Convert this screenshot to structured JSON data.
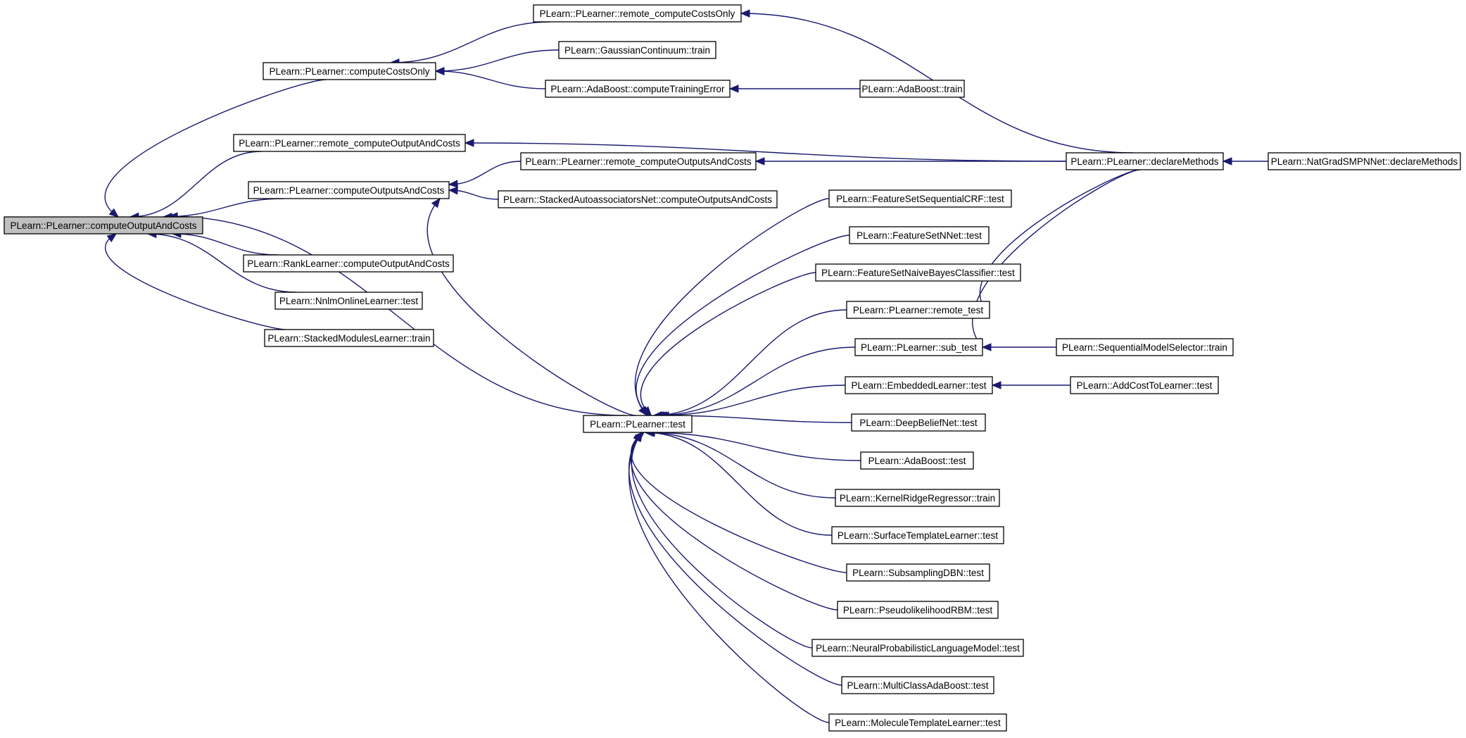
{
  "diagram": {
    "edge_color": "#191970",
    "root_fill": "#bfbfbf",
    "nodes": [
      {
        "id": "root",
        "label": "PLearn::PLearner::computeOutputAndCosts",
        "highlighted": true
      },
      {
        "id": "ccOnly",
        "label": "PLearn::PLearner::computeCostsOnly"
      },
      {
        "id": "remoteCOAC",
        "label": "PLearn::PLearner::remote_computeOutputAndCosts"
      },
      {
        "id": "cOutsAC",
        "label": "PLearn::PLearner::computeOutputsAndCosts"
      },
      {
        "id": "rankCOAC",
        "label": "PLearn::RankLearner::computeOutputAndCosts"
      },
      {
        "id": "nnlmTest",
        "label": "PLearn::NnlmOnlineLearner::test"
      },
      {
        "id": "stackedModTrain",
        "label": "PLearn::StackedModulesLearner::train"
      },
      {
        "id": "remoteCCOnly",
        "label": "PLearn::PLearner::remote_computeCostsOnly"
      },
      {
        "id": "gaussTrain",
        "label": "PLearn::GaussianContinuum::train"
      },
      {
        "id": "adaCTE",
        "label": "PLearn::AdaBoost::computeTrainingError"
      },
      {
        "id": "remoteCOutsAC",
        "label": "PLearn::PLearner::remote_computeOutputsAndCosts"
      },
      {
        "id": "stackedAutoCOAC",
        "label": "PLearn::StackedAutoassociatorsNet::computeOutputsAndCosts"
      },
      {
        "id": "plTest",
        "label": "PLearn::PLearner::test"
      },
      {
        "id": "adaTrain",
        "label": "PLearn::AdaBoost::train"
      },
      {
        "id": "declareMethods",
        "label": "PLearn::PLearner::declareMethods"
      },
      {
        "id": "natGrad",
        "label": "PLearn::NatGradSMPNNet::declareMethods"
      },
      {
        "id": "fsCRF",
        "label": "PLearn::FeatureSetSequentialCRF::test"
      },
      {
        "id": "fsNNet",
        "label": "PLearn::FeatureSetNNet::test"
      },
      {
        "id": "fsNB",
        "label": "PLearn::FeatureSetNaiveBayesClassifier::test"
      },
      {
        "id": "remoteTest",
        "label": "PLearn::PLearner::remote_test"
      },
      {
        "id": "subTest",
        "label": "PLearn::PLearner::sub_test"
      },
      {
        "id": "seqModSel",
        "label": "PLearn::SequentialModelSelector::train"
      },
      {
        "id": "embTest",
        "label": "PLearn::EmbeddedLearner::test"
      },
      {
        "id": "addCost",
        "label": "PLearn::AddCostToLearner::test"
      },
      {
        "id": "dbnTest",
        "label": "PLearn::DeepBeliefNet::test"
      },
      {
        "id": "adaTest",
        "label": "PLearn::AdaBoost::test"
      },
      {
        "id": "krrTrain",
        "label": "PLearn::KernelRidgeRegressor::train"
      },
      {
        "id": "surfTest",
        "label": "PLearn::SurfaceTemplateLearner::test"
      },
      {
        "id": "subDBN",
        "label": "PLearn::SubsamplingDBN::test"
      },
      {
        "id": "pseudoRBM",
        "label": "PLearn::PseudolikelihoodRBM::test"
      },
      {
        "id": "nplmTest",
        "label": "PLearn::NeuralProbabilisticLanguageModel::test"
      },
      {
        "id": "mcAda",
        "label": "PLearn::MultiClassAdaBoost::test"
      },
      {
        "id": "molTest",
        "label": "PLearn::MoleculeTemplateLearner::test"
      }
    ],
    "edges": [
      {
        "from": "ccOnly",
        "to": "root"
      },
      {
        "from": "remoteCOAC",
        "to": "root"
      },
      {
        "from": "cOutsAC",
        "to": "root"
      },
      {
        "from": "rankCOAC",
        "to": "root"
      },
      {
        "from": "nnlmTest",
        "to": "root"
      },
      {
        "from": "stackedModTrain",
        "to": "root"
      },
      {
        "from": "plTest",
        "to": "root"
      },
      {
        "from": "remoteCCOnly",
        "to": "ccOnly"
      },
      {
        "from": "gaussTrain",
        "to": "ccOnly"
      },
      {
        "from": "adaCTE",
        "to": "ccOnly"
      },
      {
        "from": "adaTrain",
        "to": "adaCTE"
      },
      {
        "from": "declareMethods",
        "to": "remoteCCOnly"
      },
      {
        "from": "declareMethods",
        "to": "remoteCOAC"
      },
      {
        "from": "declareMethods",
        "to": "remoteCOutsAC"
      },
      {
        "from": "declareMethods",
        "to": "remoteTest"
      },
      {
        "from": "declareMethods",
        "to": "subTest"
      },
      {
        "from": "natGrad",
        "to": "declareMethods"
      },
      {
        "from": "remoteCOutsAC",
        "to": "cOutsAC"
      },
      {
        "from": "stackedAutoCOAC",
        "to": "cOutsAC"
      },
      {
        "from": "plTest",
        "to": "cOutsAC"
      },
      {
        "from": "fsCRF",
        "to": "plTest"
      },
      {
        "from": "fsNNet",
        "to": "plTest"
      },
      {
        "from": "fsNB",
        "to": "plTest"
      },
      {
        "from": "remoteTest",
        "to": "plTest"
      },
      {
        "from": "subTest",
        "to": "plTest"
      },
      {
        "from": "embTest",
        "to": "plTest"
      },
      {
        "from": "dbnTest",
        "to": "plTest"
      },
      {
        "from": "adaTest",
        "to": "plTest"
      },
      {
        "from": "krrTrain",
        "to": "plTest"
      },
      {
        "from": "surfTest",
        "to": "plTest"
      },
      {
        "from": "subDBN",
        "to": "plTest"
      },
      {
        "from": "pseudoRBM",
        "to": "plTest"
      },
      {
        "from": "nplmTest",
        "to": "plTest"
      },
      {
        "from": "mcAda",
        "to": "plTest"
      },
      {
        "from": "molTest",
        "to": "plTest"
      },
      {
        "from": "seqModSel",
        "to": "subTest"
      },
      {
        "from": "addCost",
        "to": "embTest"
      }
    ]
  }
}
